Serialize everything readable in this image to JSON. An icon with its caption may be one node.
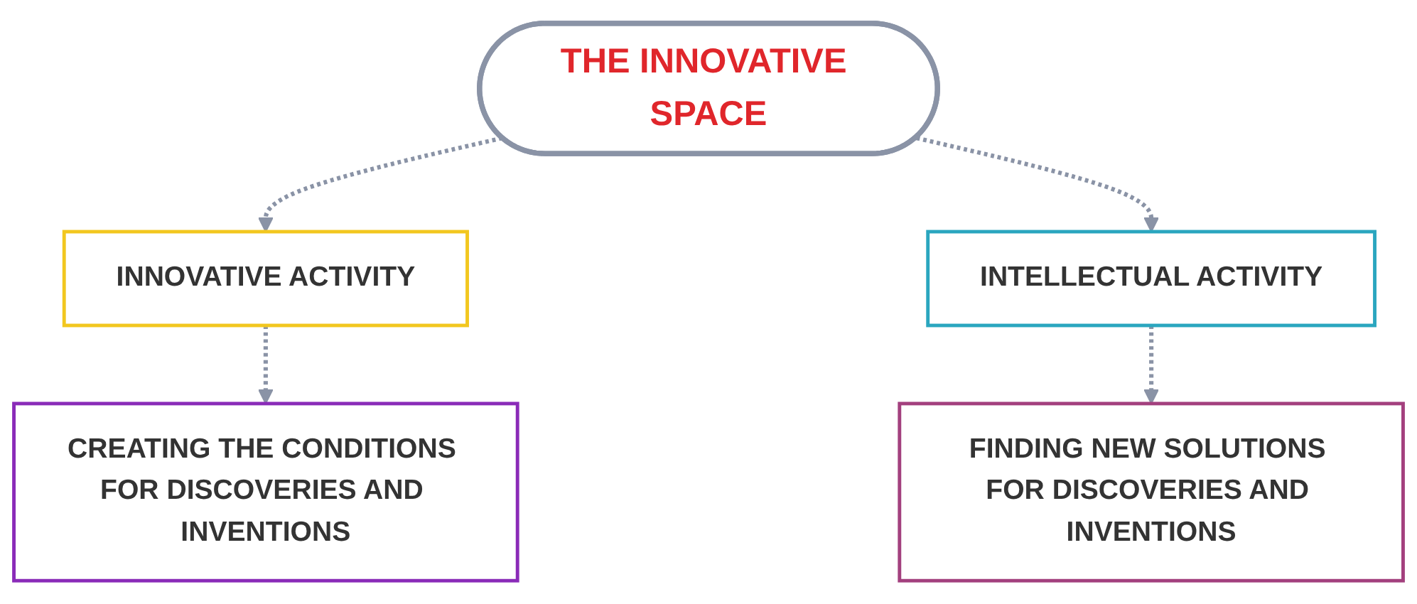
{
  "diagram": {
    "nodes": [
      {
        "text": [
          "THE INNOVATIVE SPACE"
        ]
      },
      {
        "text": [
          "INNOVATIVE ACTIVITY"
        ]
      },
      {
        "text": [
          "INTELLECTUAL ACTIVITY"
        ]
      },
      {
        "text": [
          "CREATING THE CONDITIONS FOR DISCOVERIES AND INVENTIONS"
        ]
      },
      {
        "text": [
          "FINDING NEW SOLUTIONS FOR DISCOVERIES AND INVENTIONS"
        ]
      }
    ],
    "edges": [
      {
        "from": 0,
        "to": 1,
        "arrow": "to",
        "style": "dashed"
      },
      {
        "from": 0,
        "to": 2,
        "arrow": "to",
        "style": "dashed"
      },
      {
        "from": 1,
        "to": 3,
        "arrow": "to",
        "style": "dashed"
      },
      {
        "from": 2,
        "to": 4,
        "arrow": "to",
        "style": "dashed"
      }
    ]
  }
}
